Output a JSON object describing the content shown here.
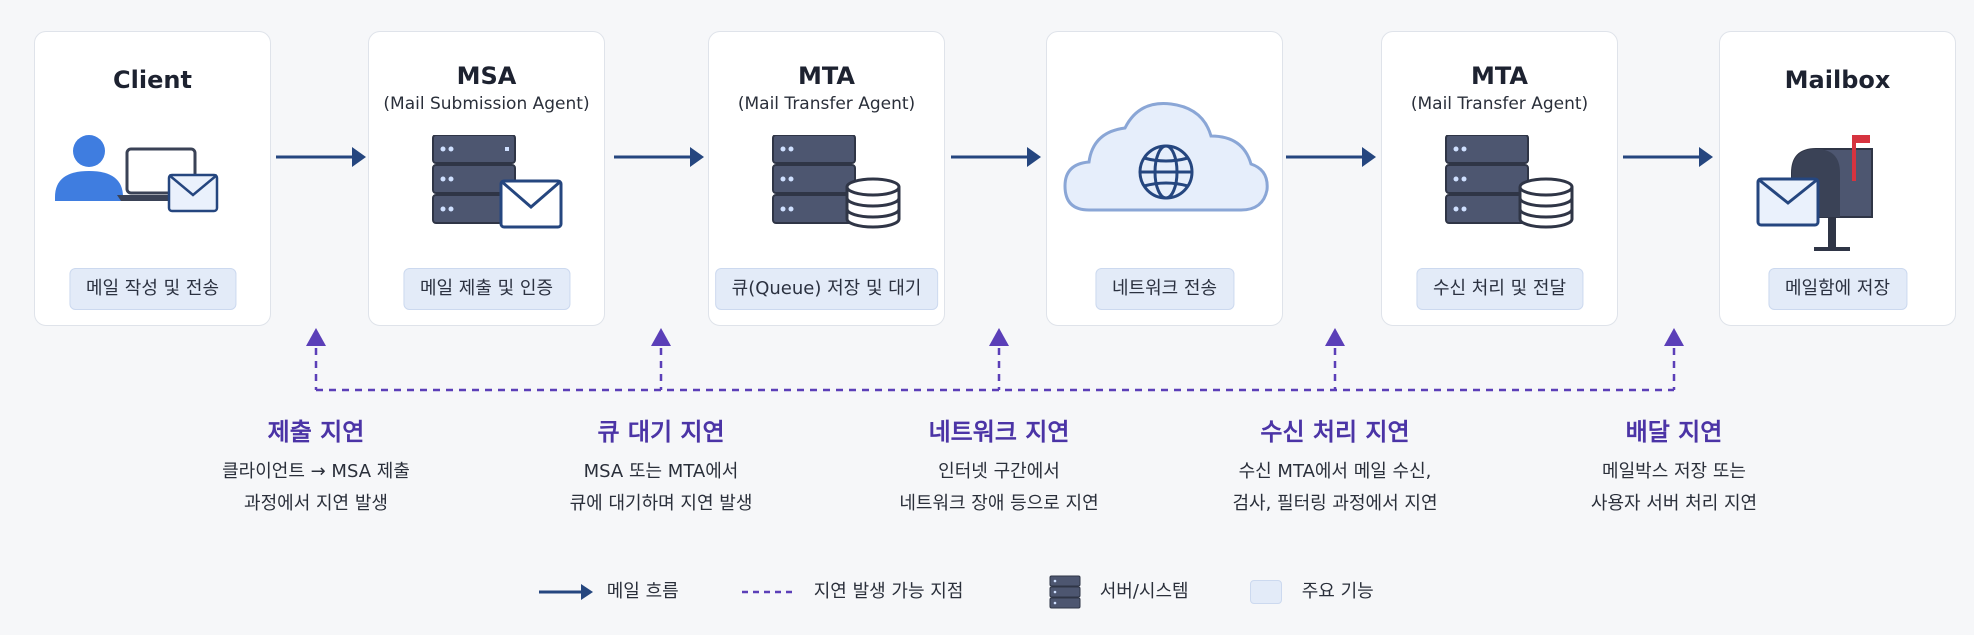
{
  "components": [
    {
      "title": "Client",
      "subtitle": "",
      "function": "메일 작성 및 전송",
      "icon": "user-laptop-mail-icon"
    },
    {
      "title": "MSA",
      "subtitle": "(Mail Submission Agent)",
      "function": "메일 제출 및 인증",
      "icon": "server-mail-icon"
    },
    {
      "title": "MTA",
      "subtitle": "(Mail Transfer Agent)",
      "function": "큐(Queue) 저장 및 대기",
      "icon": "server-database-icon"
    },
    {
      "title": "",
      "subtitle": "",
      "function": "네트워크 전송",
      "icon": "cloud-globe-icon"
    },
    {
      "title": "MTA",
      "subtitle": "(Mail Transfer Agent)",
      "function": "수신 처리 및 전달",
      "icon": "server-database-icon"
    },
    {
      "title": "Mailbox",
      "subtitle": "",
      "function": "메일함에 저장",
      "icon": "mailbox-icon"
    }
  ],
  "delays": [
    {
      "title": "제출 지연",
      "line1": "클라이언트 → MSA 제출",
      "line2": "과정에서 지연 발생"
    },
    {
      "title": "큐 대기 지연",
      "line1": "MSA 또는 MTA에서",
      "line2": "큐에 대기하며 지연 발생"
    },
    {
      "title": "네트워크 지연",
      "line1": "인터넷 구간에서",
      "line2": "네트워크 장애 등으로 지연"
    },
    {
      "title": "수신 처리 지연",
      "line1": "수신 MTA에서 메일 수신,",
      "line2": "검사, 필터링 과정에서 지연"
    },
    {
      "title": "배달 지연",
      "line1": "메일박스 저장 또는",
      "line2": "사용자 서버 처리 지연"
    }
  ],
  "legend": {
    "mail_flow": "메일 흐름",
    "delay_point": "지연 발생 가능 지점",
    "server_system": "서버/시스템",
    "main_function": "주요 기능"
  },
  "colors": {
    "flow_arrow": "#25467f",
    "delay_line": "#5b3fb8",
    "delay_title": "#4b34a6",
    "server": "#4d5670",
    "pill_bg": "#e3ebf8",
    "user": "#3f7de0",
    "mailbox_flag": "#d6333f"
  }
}
